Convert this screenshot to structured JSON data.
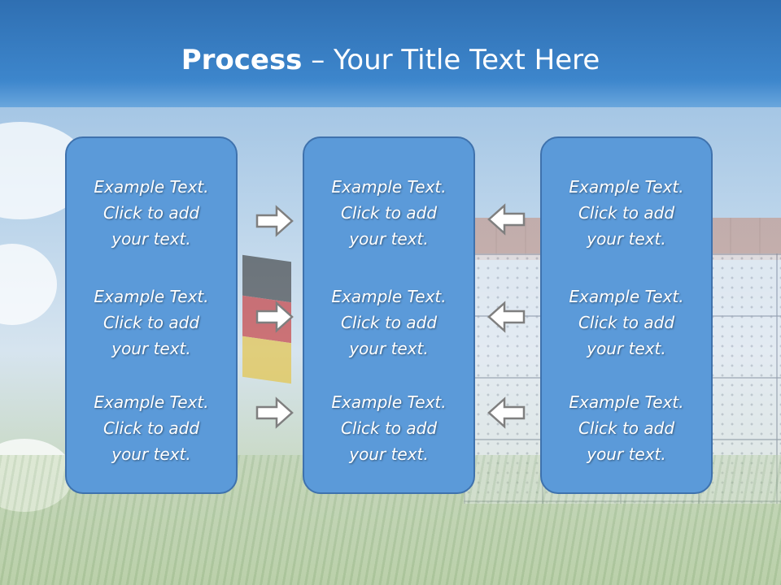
{
  "title": {
    "bold": "Process",
    "rest": " – Your Title Text Here"
  },
  "columns": [
    {
      "items": [
        [
          "Example Text.",
          "Click  to add",
          "your text."
        ],
        [
          "Example Text.",
          "Click  to add",
          "your text."
        ],
        [
          "Example Text.",
          "Click  to add",
          "your text."
        ]
      ]
    },
    {
      "items": [
        [
          "Example Text.",
          "Click  to add",
          "your text."
        ],
        [
          "Example Text.",
          "Click  to add",
          "your text."
        ],
        [
          "Example Text.",
          "Click  to add",
          "your text."
        ]
      ]
    },
    {
      "items": [
        [
          "Example Text.",
          "Click  to add",
          "your text."
        ],
        [
          "Example Text.",
          "Click  to add",
          "your text."
        ],
        [
          "Example Text.",
          "Click  to add",
          "your text."
        ]
      ]
    }
  ],
  "arrows": {
    "left_group": "right-arrow-icon",
    "right_group": "left-arrow-icon"
  },
  "colors": {
    "header": "#3d86cc",
    "box_fill": "#5b9ad9",
    "box_border": "#3f72ad",
    "text": "#ffffff",
    "arrow_stroke": "#7f7f7f"
  }
}
